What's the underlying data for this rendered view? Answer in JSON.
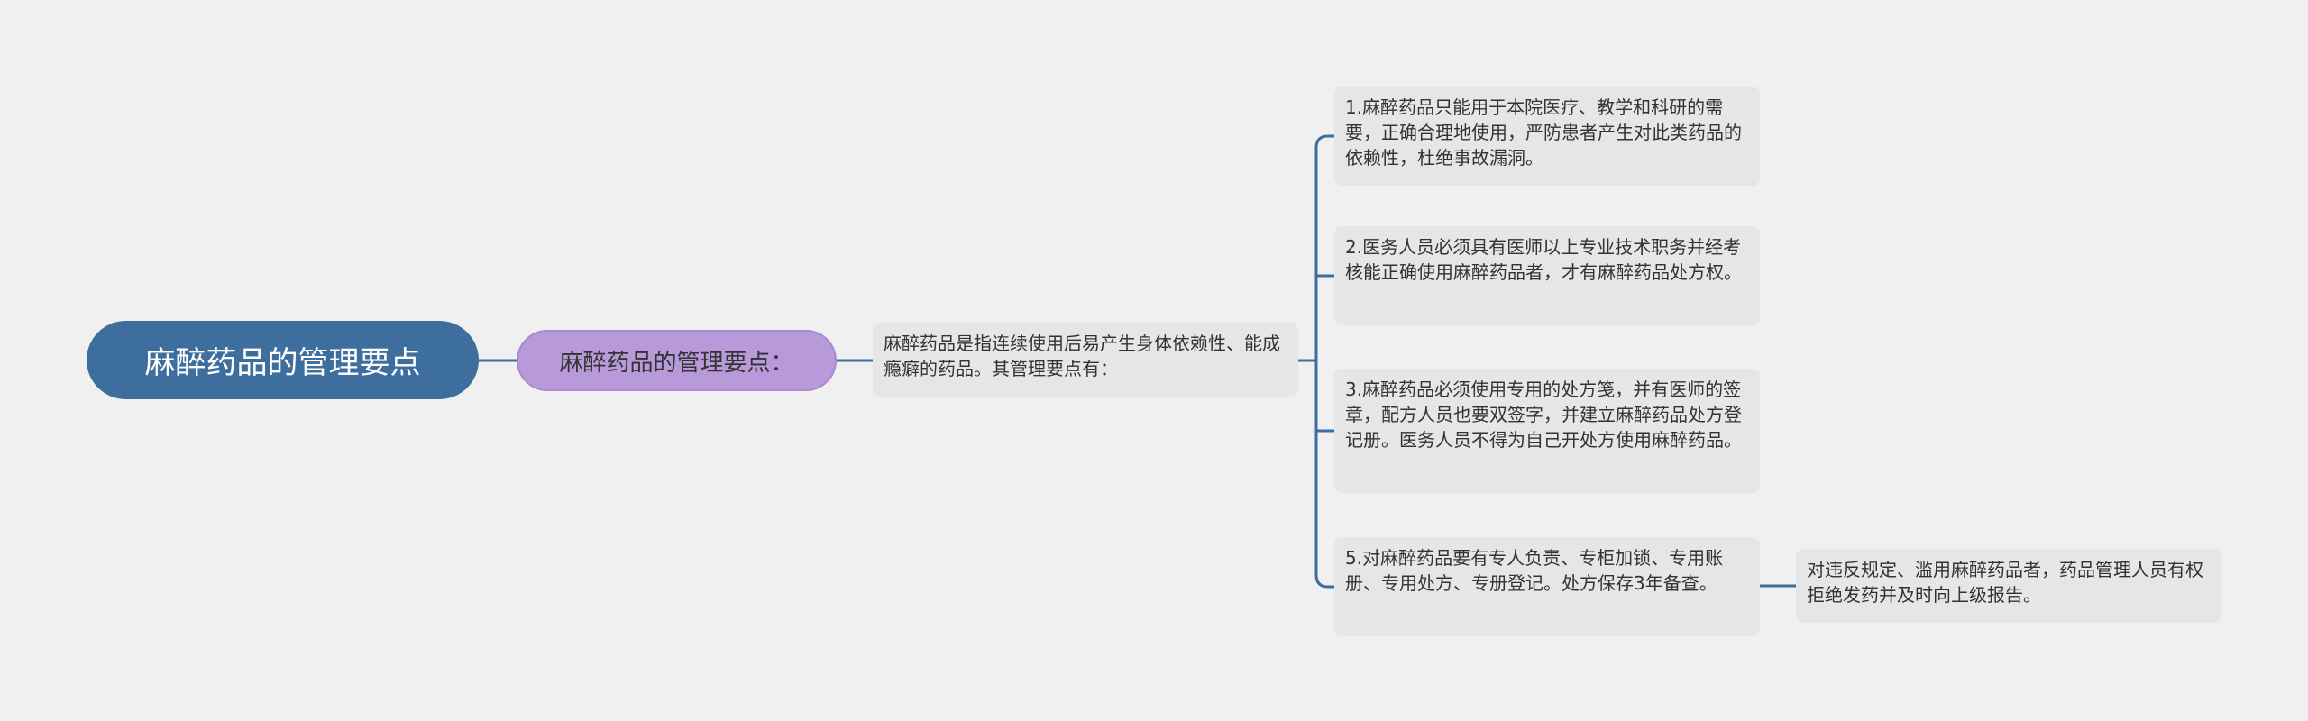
{
  "diagram": {
    "type": "mind-map",
    "colors": {
      "background": "#f0f0f0",
      "root_fill": "#3d6e9e",
      "subtopic_fill": "#b899d9",
      "box_fill": "#e6e6e6",
      "connector": "#3d6e9e"
    },
    "root": {
      "label": "麻醉药品的管理要点"
    },
    "subtopic": {
      "label": "麻醉药品的管理要点："
    },
    "intro": {
      "text": "麻醉药品是指连续使用后易产生身体依赖性、能成瘾癖的药品。其管理要点有："
    },
    "points": [
      {
        "text": "1.麻醉药品只能用于本院医疗、教学和科研的需要，正确合理地使用，严防患者产生对此类药品的依赖性，杜绝事故漏洞。"
      },
      {
        "text": "2.医务人员必须具有医师以上专业技术职务并经考核能正确使用麻醉药品者，才有麻醉药品处方权。"
      },
      {
        "text": "3.麻醉药品必须使用专用的处方笺，并有医师的签章，配方人员也要双签字，并建立麻醉药品处方登记册。医务人员不得为自己开处方使用麻醉药品。"
      },
      {
        "text": "5.对麻醉药品要有专人负责、专柜加锁、专用账册、专用处方、专册登记。处方保存3年备查。"
      }
    ],
    "leaf": {
      "text": "对违反规定、滥用麻醉药品者，药品管理人员有权拒绝发药并及时向上级报告。"
    }
  }
}
